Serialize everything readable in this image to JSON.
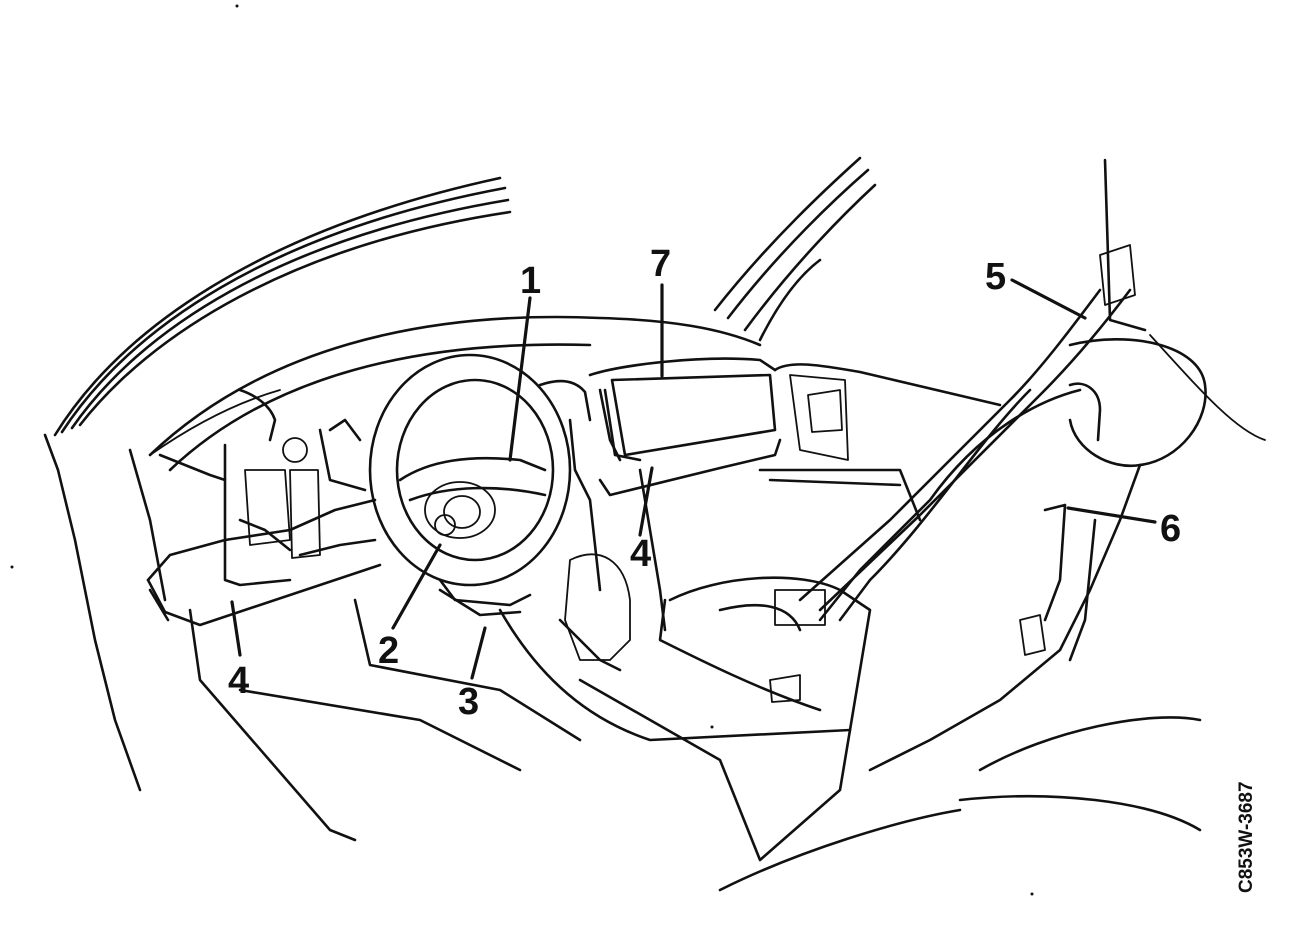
{
  "callouts": [
    {
      "id": "1",
      "label": "1"
    },
    {
      "id": "2",
      "label": "2"
    },
    {
      "id": "3",
      "label": "3"
    },
    {
      "id": "4a",
      "label": "4"
    },
    {
      "id": "4b",
      "label": "4"
    },
    {
      "id": "5",
      "label": "5"
    },
    {
      "id": "6",
      "label": "6"
    },
    {
      "id": "7",
      "label": "7"
    }
  ],
  "figure_code": "C853W-3687"
}
